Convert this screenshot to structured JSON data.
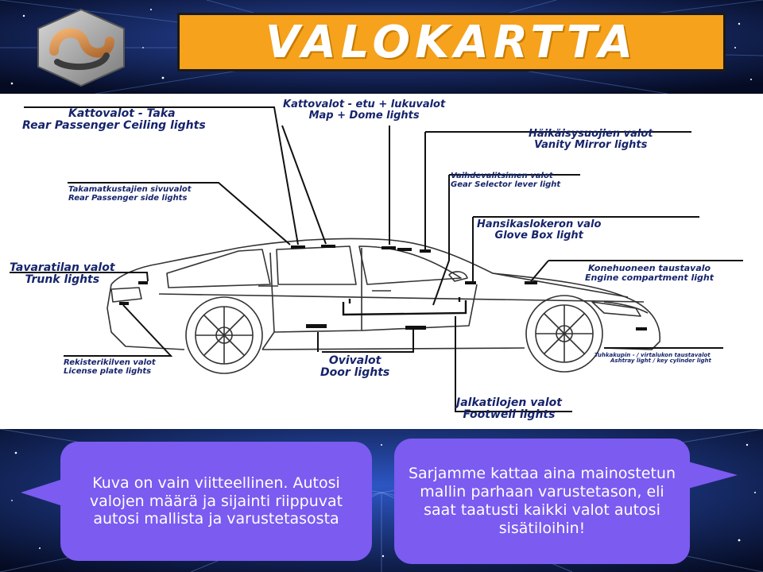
{
  "title": "VALOKARTTA",
  "colors": {
    "banner": "#f6a21c",
    "label_text": "#16246b",
    "bubble": "#7b5bf0",
    "background": "#07112e"
  },
  "icons": {
    "logo": "brand-logo-icon"
  },
  "labels": {
    "rear_ceiling": {
      "fi": "Kattovalot - Taka",
      "en": "Rear Passenger Ceiling lights"
    },
    "map_dome": {
      "fi": "Kattovalot - etu + lukuvalot",
      "en": "Map + Dome lights"
    },
    "vanity_mirror": {
      "fi": "Häikäisysuojien valot",
      "en": "Vanity Mirror lights"
    },
    "rear_side": {
      "fi": "Takamatkustajien sivuvalot",
      "en": "Rear Passenger side lights"
    },
    "gear_selector": {
      "fi": "Vaihdevalitsimen valot",
      "en": "Gear Selector lever light"
    },
    "glove_box": {
      "fi": "Hansikaslokeron valo",
      "en": "Glove Box light"
    },
    "trunk": {
      "fi": "Tavaratilan valot",
      "en": "Trunk lights"
    },
    "engine": {
      "fi": "Konehuoneen taustavalo",
      "en": "Engine compartment light"
    },
    "license_plate": {
      "fi": "Rekisterikilven valot",
      "en": "License plate lights"
    },
    "door": {
      "fi": "Ovivalot",
      "en": "Door lights"
    },
    "ashtray": {
      "fi": "Tuhkakupin - / virtalukon taustavalot",
      "en": "Ashtray light / key cylinder light"
    },
    "footwell": {
      "fi": "Jalkatilojen valot",
      "en": "Footwell lights"
    }
  },
  "bubbles": {
    "left": "Kuva on vain viitteellinen. Autosi valojen määrä ja sijainti riippuvat autosi mallista ja varustetasosta",
    "right": "Sarjamme kattaa aina mainostetun mallin parhaan varustetason, eli saat taatusti kaikki valot autosi sisätiloihin!"
  }
}
